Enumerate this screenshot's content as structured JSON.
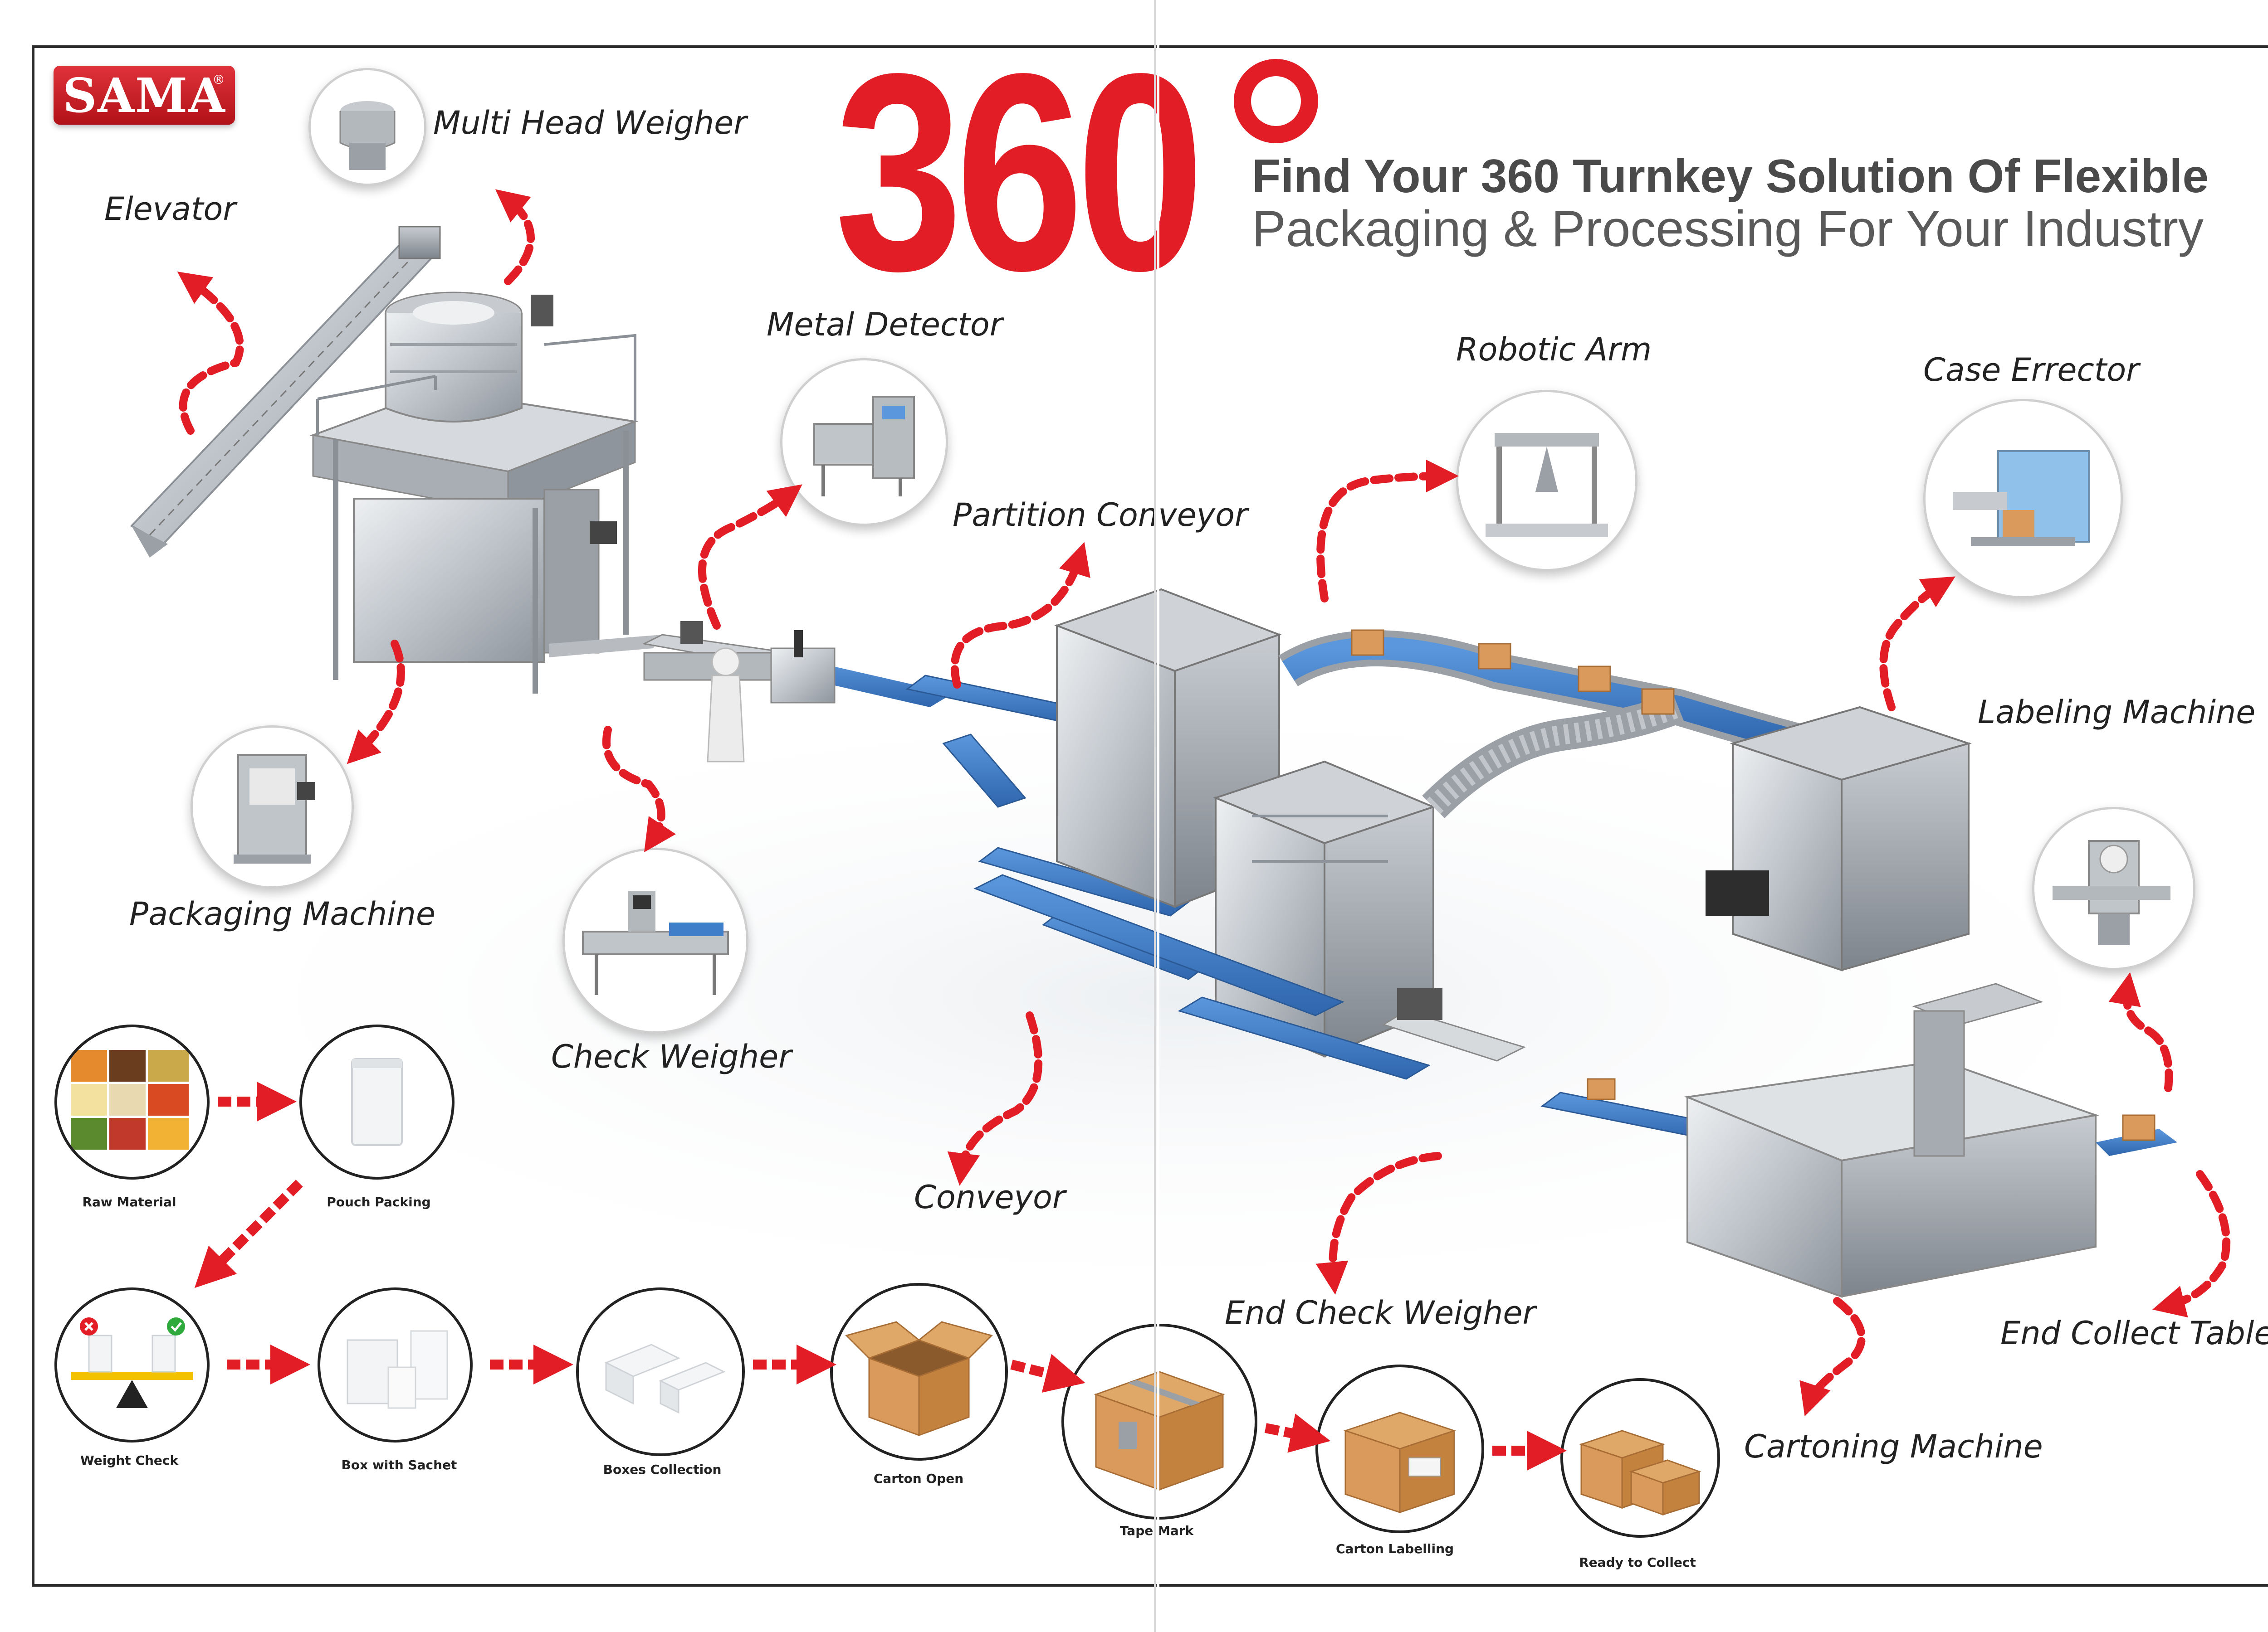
{
  "brand": {
    "logo_text": "SAMA",
    "registered_mark": "®"
  },
  "hero": {
    "big_number": "360",
    "degree_symbol": "°",
    "headline_line1": "Find Your 360 Turnkey Solution Of Flexible",
    "headline_line2": "Packaging & Processing For Your Industry"
  },
  "machines": [
    {
      "label": "Multi Head Weigher"
    },
    {
      "label": "Elevator"
    },
    {
      "label": "Metal Detector"
    },
    {
      "label": "Partition Conveyor"
    },
    {
      "label": "Robotic Arm"
    },
    {
      "label": "Case Errector"
    },
    {
      "label": "Labeling Machine"
    },
    {
      "label": "Packaging Machine"
    },
    {
      "label": "Check Weigher"
    },
    {
      "label": "Conveyor"
    },
    {
      "label": "End Check Weigher"
    },
    {
      "label": "End Collect Table"
    },
    {
      "label": "Cartoning Machine"
    }
  ],
  "process_steps": [
    {
      "label": "Raw Material"
    },
    {
      "label": "Pouch Packing"
    },
    {
      "label": "Weight Check"
    },
    {
      "label": "Box with Sachet"
    },
    {
      "label": "Boxes Collection"
    },
    {
      "label": "Carton Open"
    },
    {
      "label": "Tape Mark"
    },
    {
      "label": "Carton Labelling"
    },
    {
      "label": "Ready to Collect"
    }
  ],
  "colors": {
    "accent_red": "#e21d26",
    "conveyor_blue": "#3f7fc9",
    "machine_steel": "#b9bec4",
    "cardboard": "#d99a5b"
  },
  "icons": {
    "arrow": "dashed-red-arrow-icon",
    "reject": "red-x-icon",
    "accept": "green-check-icon"
  }
}
